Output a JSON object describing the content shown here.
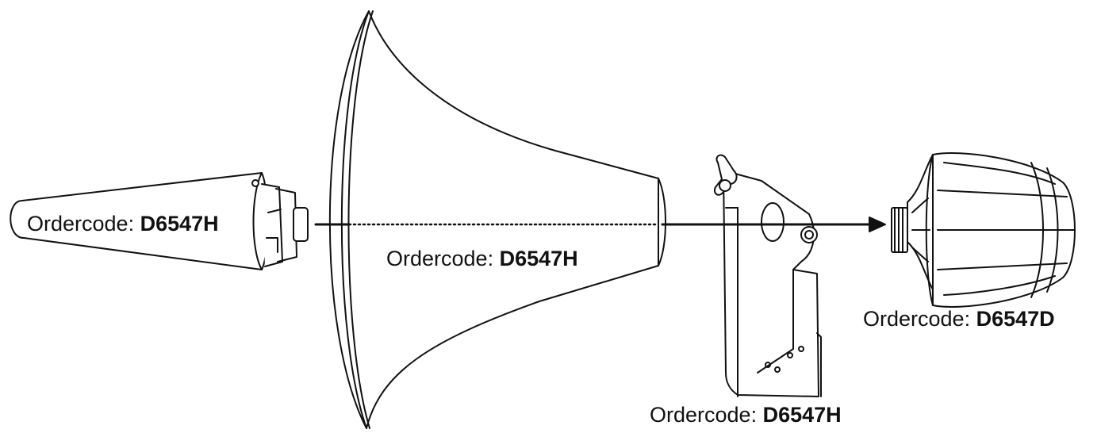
{
  "labels": {
    "diffuser": {
      "prefix": "Ordercode: ",
      "code": "D6547H"
    },
    "horn": {
      "prefix": "Ordercode: ",
      "code": "D6547H"
    },
    "bracket": {
      "prefix": "Ordercode: ",
      "code": "D6547H"
    },
    "driver": {
      "prefix": "Ordercode: ",
      "code": "D6547D"
    }
  },
  "colors": {
    "line": "#111111",
    "fill": "#ffffff"
  }
}
